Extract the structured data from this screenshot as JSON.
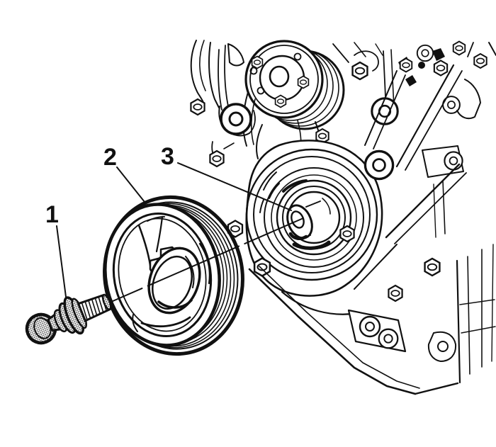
{
  "figure": {
    "type": "technical-illustration",
    "subject": "engine-front-crankshaft-balancer-exploded-view",
    "background_color": "#ffffff",
    "line_color": "#111111",
    "callouts": [
      {
        "label": "1"
      },
      {
        "label": "2"
      },
      {
        "label": "3"
      }
    ]
  }
}
